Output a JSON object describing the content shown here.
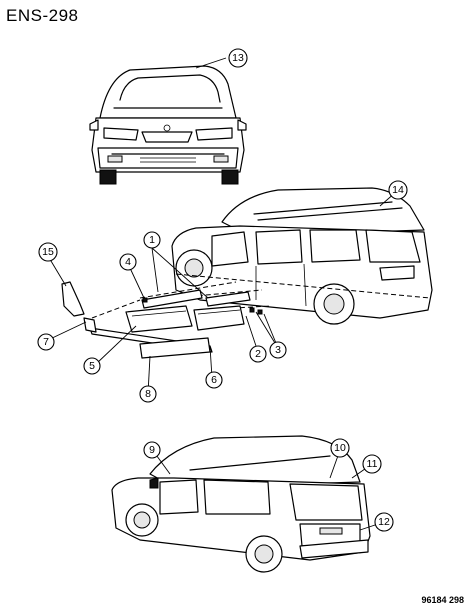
{
  "header": {
    "diagram_code": "ENS-298"
  },
  "footer": {
    "figure_number": "96184 298"
  },
  "callouts": [
    "1",
    "2",
    "3",
    "4",
    "5",
    "6",
    "7",
    "8",
    "9",
    "10",
    "11",
    "12",
    "13",
    "14",
    "15"
  ]
}
